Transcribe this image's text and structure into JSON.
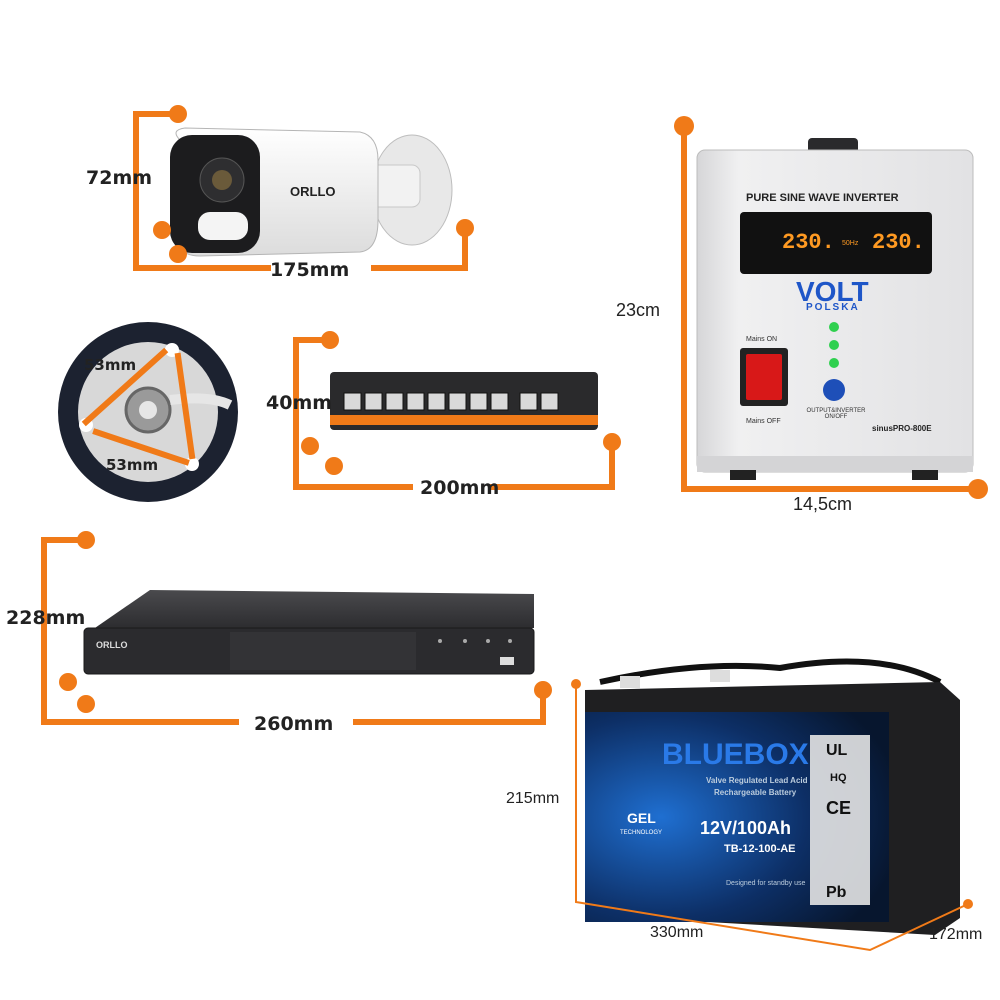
{
  "colors": {
    "accent": "#f07a18",
    "device_dark": "#2a2a2c",
    "inverter_body": "#e9e9ea",
    "battery_accent": "#1f6fd1"
  },
  "camera": {
    "width_label": "175mm",
    "height_label": "72mm",
    "brand": "ORLLO"
  },
  "mount": {
    "side_a_label": "53mm",
    "side_b_label": "53mm"
  },
  "switch": {
    "height_label": "40mm",
    "width_label": "200mm",
    "port_count": 10
  },
  "inverter": {
    "height_label": "23cm",
    "width_label": "14,5cm",
    "title": "PURE SINE WAVE INVERTER",
    "display_left": "230.",
    "display_right": "230.",
    "display_mid": "50Hz",
    "brand": "VOLT",
    "brand_sub": "POLSKA",
    "mains_on": "Mains ON",
    "mains_off": "Mains OFF",
    "output_label": "OUTPUT&INVERTER ON/OFF",
    "model": "sinusPRO-800E"
  },
  "nvr": {
    "height_label": "228mm",
    "width_label": "260mm",
    "brand": "ORLLO"
  },
  "battery": {
    "height_label": "215mm",
    "width_label": "330mm",
    "depth_label": "172mm",
    "brand": "BLUEBOX",
    "line1": "Valve Regulated Lead Acid",
    "line2": "Rechargeable Battery",
    "gel": "GEL",
    "gel_sub": "TECHNOLOGY",
    "spec": "12V/100Ah",
    "model": "TB-12-100-AE",
    "standby": "Designed for standby use",
    "hq": "HQ",
    "ce": "CE",
    "pb": "Pb",
    "ul": "UL"
  }
}
